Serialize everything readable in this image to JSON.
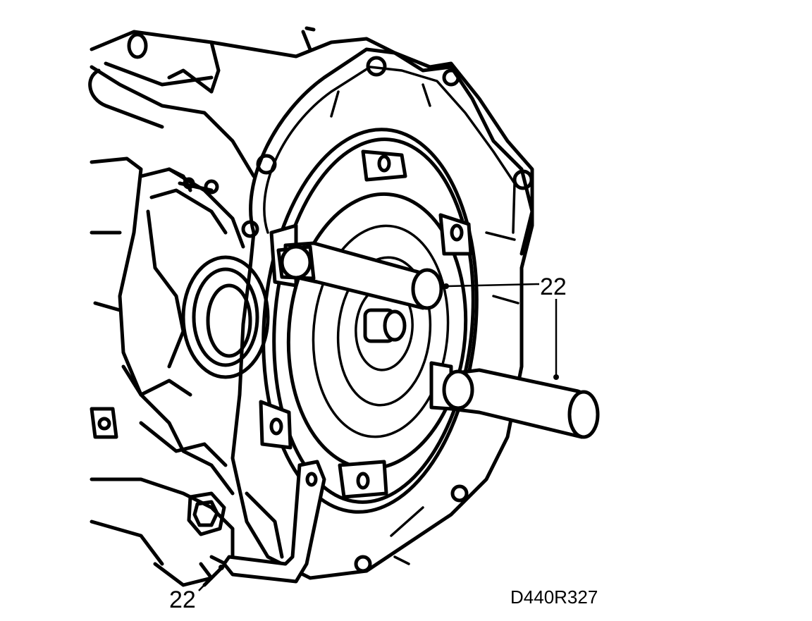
{
  "labels": {
    "tool_callout_upper": "22",
    "tool_callout_lower": "22",
    "drawing_code": "D440R327"
  },
  "colors": {
    "ink": "#000000",
    "background": "#ffffff"
  }
}
